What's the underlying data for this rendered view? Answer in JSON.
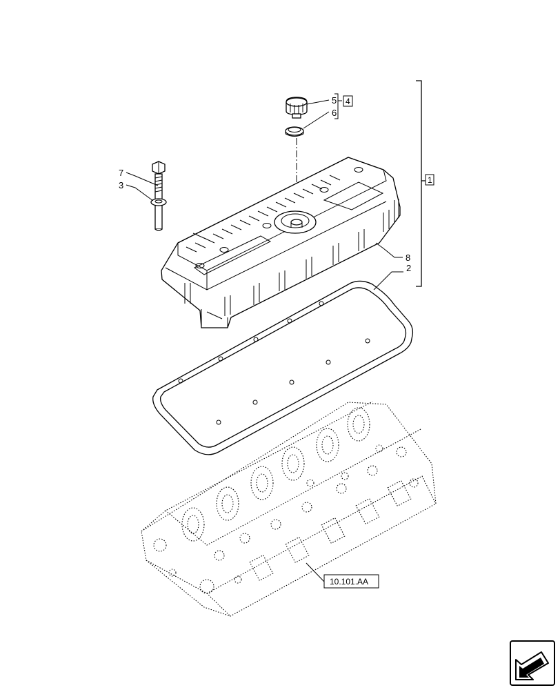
{
  "callouts": {
    "c1": "1",
    "c2": "2",
    "c3": "3",
    "c4": "4",
    "c5": "5",
    "c6": "6",
    "c7": "7",
    "c8": "8"
  },
  "reference": {
    "label": "10.101.AA"
  },
  "nav": {
    "icon": "next-page-arrow-icon"
  }
}
